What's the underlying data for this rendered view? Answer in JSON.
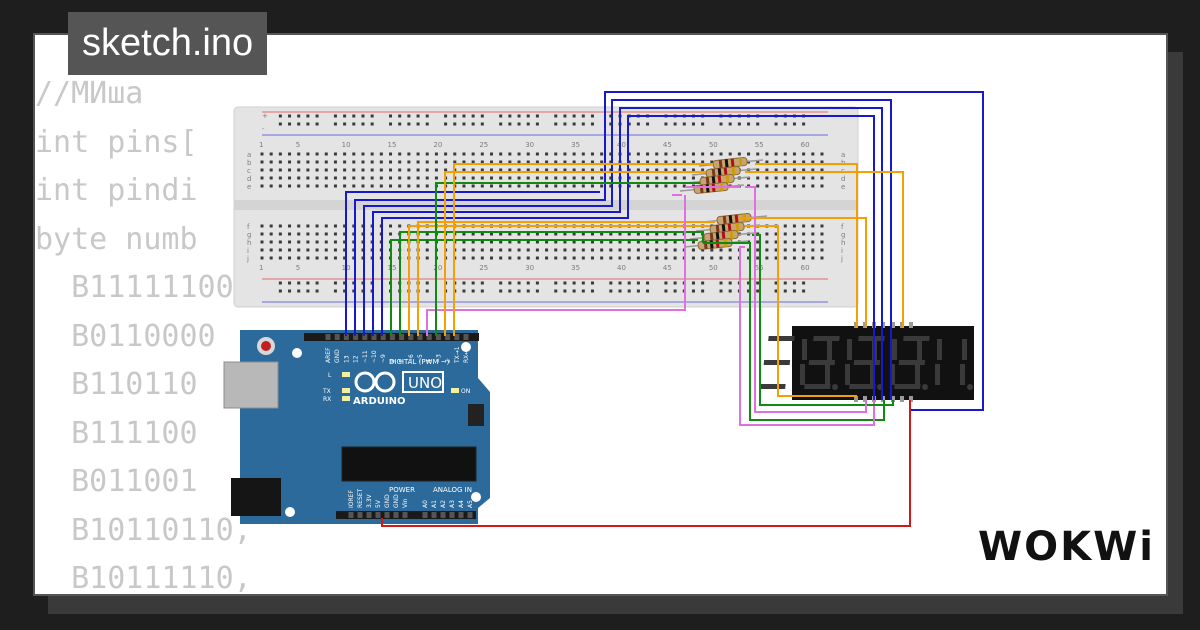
{
  "title": "sketch.ino",
  "brand": "WOKWi",
  "code_lines": [
    "//МИша",
    "int pins[",
    "int pindi",
    "byte numb",
    "  B11111100,",
    "  B0110000",
    "  B110110",
    "  B111100",
    "  B011001",
    "  B10110110,",
    "  B10111110,"
  ],
  "breadboard": {
    "column_numbers": [
      "1",
      "5",
      "10",
      "15",
      "20",
      "25",
      "30",
      "35",
      "40",
      "45",
      "50",
      "55",
      "60"
    ],
    "row_letters_top": [
      "a",
      "b",
      "c",
      "d",
      "e"
    ],
    "row_letters_bottom": [
      "f",
      "g",
      "h",
      "i",
      "j"
    ],
    "rail_plus": "+",
    "rail_minus": "-"
  },
  "arduino": {
    "model": "UNO",
    "brand": "ARDUINO",
    "digital_label": "DIGITAL (PWM ~)",
    "power_label": "POWER",
    "analog_label": "ANALOG IN",
    "led_labels": [
      "L",
      "TX",
      "RX",
      "ON"
    ],
    "top_pins": [
      "AREF",
      "GND",
      "13",
      "12",
      "~11",
      "~10",
      "~9",
      "8",
      "7",
      "~6",
      "~5",
      "4",
      "~3",
      "2",
      "TX→1",
      "RX←0"
    ],
    "power_pins": [
      "IOREF",
      "RESET",
      "3.3V",
      "5V",
      "GND",
      "GND",
      "Vin"
    ],
    "analog_pins": [
      "A0",
      "A1",
      "A2",
      "A3",
      "A4",
      "A5"
    ]
  },
  "colors": {
    "wire_blue": "#1818d0",
    "wire_orange": "#f4a000",
    "wire_green": "#108a10",
    "wire_pink": "#e070e0",
    "wire_red": "#d01818",
    "arduino_board": "#2b6a9b",
    "display_body": "#111111",
    "segment_off": "#3a3a3a"
  }
}
